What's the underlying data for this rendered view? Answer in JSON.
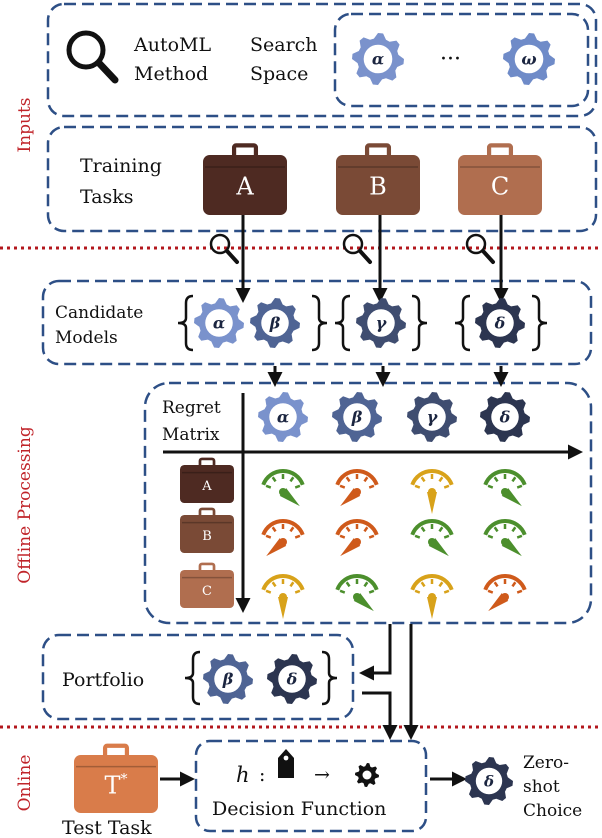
{
  "colors": {
    "box_border": "#2d4f86",
    "divider": "#b3171d",
    "side_label": "#c0242a",
    "gear_alpha": "#7a92cc",
    "gear_beta": "#4f6494",
    "gear_gamma": "#3f4d70",
    "gear_delta": "#2c3550",
    "gear_omega": "#6f8bc8",
    "case_a": "#4e2a22",
    "case_b": "#7a4a36",
    "case_c": "#b06e4f",
    "case_test": "#d97c4a",
    "gauge_green": "#4c8f2d",
    "gauge_orange": "#cf5a1b",
    "gauge_yellow": "#d8a21a",
    "arrow": "#111111"
  },
  "side_labels": {
    "inputs": "Inputs",
    "offline": "Offline Processing",
    "online": "Online"
  },
  "inputs": {
    "automl_line1": "AutoML",
    "automl_line2": "Method",
    "search_line1": "Search",
    "search_line2": "Space",
    "ellipsis": "···",
    "gear_first": "α",
    "gear_last": "ω",
    "training_line1": "Training",
    "training_line2": "Tasks",
    "tasks": [
      "A",
      "B",
      "C"
    ]
  },
  "offline": {
    "candidate_line1": "Candidate",
    "candidate_line2": "Models",
    "candidate_groups": [
      [
        "α",
        "β"
      ],
      [
        "γ"
      ],
      [
        "δ"
      ]
    ],
    "regret_line1": "Regret",
    "regret_line2": "Matrix",
    "matrix_models": [
      "α",
      "β",
      "γ",
      "δ"
    ],
    "matrix_tasks": [
      "A",
      "B",
      "C"
    ],
    "gauge_levels": [
      [
        "green",
        "orange",
        "yellow",
        "green"
      ],
      [
        "orange",
        "orange",
        "green",
        "green"
      ],
      [
        "yellow",
        "green",
        "yellow",
        "orange"
      ]
    ],
    "portfolio_label": "Portfolio",
    "portfolio_models": [
      "β",
      "δ"
    ]
  },
  "online": {
    "test_task_symbol": "T",
    "test_task_sup": "*",
    "test_task_label": "Test Task",
    "h_symbol": "h",
    "colon": ":",
    "map_arrow": "→",
    "decision_label": "Decision Function",
    "choice_model": "δ",
    "choice_line1": "Zero-",
    "choice_line2": "shot",
    "choice_line3": "Choice"
  }
}
